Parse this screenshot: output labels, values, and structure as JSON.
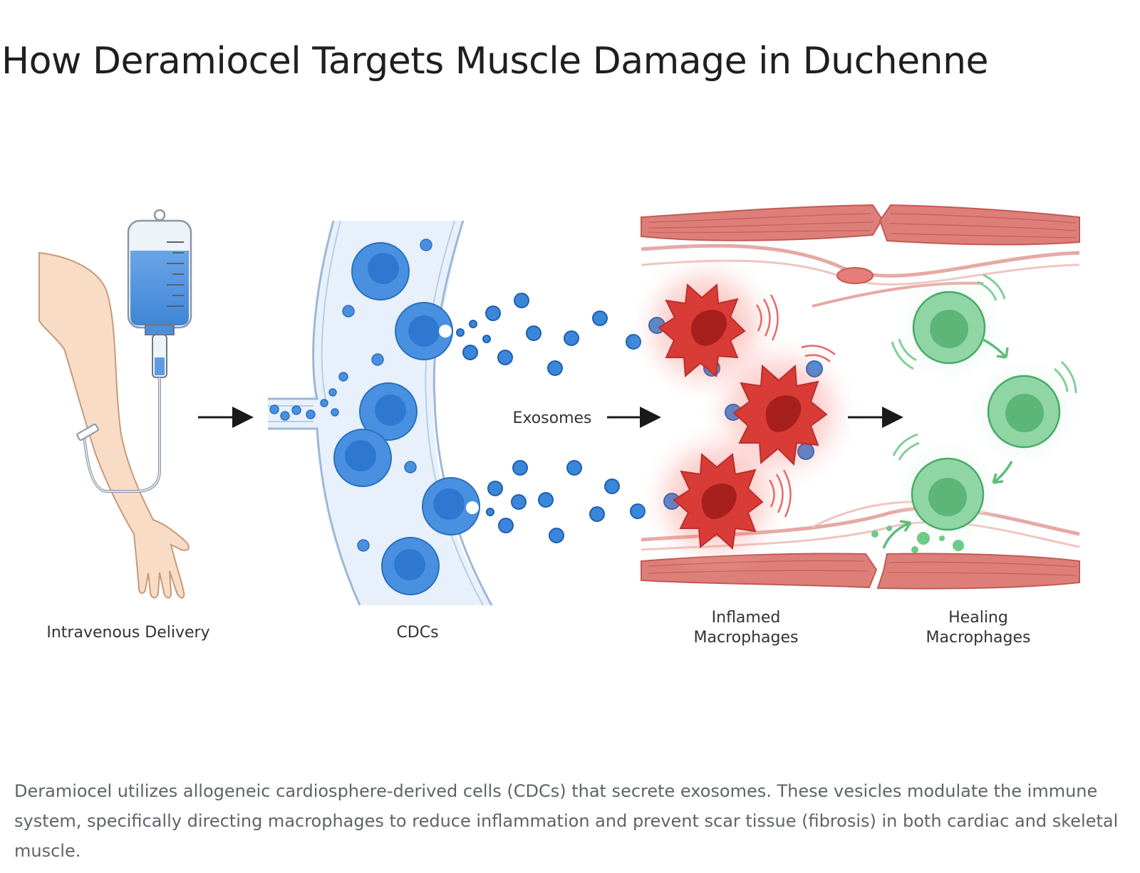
{
  "title": "How Deramiocel Targets Muscle Damage in Duchenne",
  "labels": {
    "iv": "Intravenous Delivery",
    "cdcs": "CDCs",
    "exosomes": "Exosomes",
    "inflamed_1": "Inflamed",
    "inflamed_2": "Macrophages",
    "healing_1": "Healing",
    "healing_2": "Macrophages"
  },
  "caption": "Deramiocel utilizes allogeneic cardiosphere-derived cells (CDCs) that secrete exosomes. These vesicles modulate the immune system, specifically directing macrophages to reduce inflammation and prevent scar tissue (fibrosis) in both cardiac and skeletal muscle.",
  "colors": {
    "cdc_blue": "#3b82d6",
    "exosome_blue": "#2f7fd8",
    "inflamed_red": "#d63a36",
    "healing_green": "#7fcf98",
    "muscle_red": "#d9736f",
    "skin": "#f7dcc6"
  }
}
